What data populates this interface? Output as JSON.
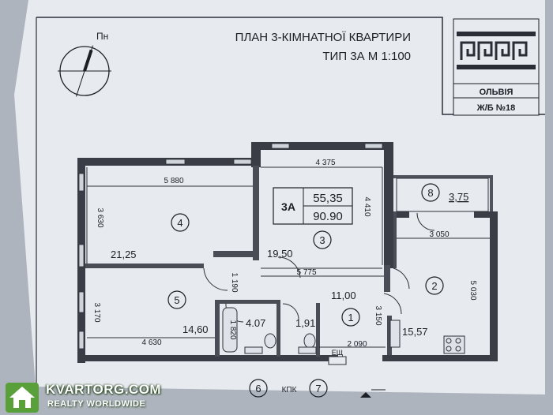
{
  "header": {
    "title_line1": "ПЛАН 3-КІМНАТНОЇ КВАРТИРИ",
    "title_line2": "ТИП 3А   М 1:100"
  },
  "compass": {
    "north_label": "Пн"
  },
  "logo": {
    "name": "ОЛЬВІЯ",
    "building": "Ж/Б №18"
  },
  "apartment": {
    "type": "3А",
    "living_area": "55,35",
    "total_area": "90.90"
  },
  "rooms": {
    "r1": {
      "number": "1",
      "area": "11,00"
    },
    "r2": {
      "number": "2",
      "area": "15,57"
    },
    "r3": {
      "number": "3",
      "area": "19,50"
    },
    "r4": {
      "number": "4",
      "area": "21,25"
    },
    "r5": {
      "number": "5",
      "area": "14,60"
    },
    "r6": {
      "number": "6",
      "area": "4.07"
    },
    "r7": {
      "number": "7",
      "area": "1,91"
    },
    "r8": {
      "number": "8",
      "area": "3,75"
    }
  },
  "dimensions": {
    "d4375": "4 375",
    "d5880": "5 880",
    "d3630": "3 630",
    "d4410": "4 410",
    "d3050": "3 050",
    "d5775": "5 775",
    "d1190": "1 190",
    "d3170": "3 170",
    "d4630": "4 630",
    "d1820": "1 820",
    "d5030": "5 030",
    "d3150": "3 150",
    "d2090": "2 090"
  },
  "labels": {
    "kpk": "КПК",
    "esh": "ЕЩ"
  },
  "watermark": {
    "line1": "KVARTORG.COM",
    "line2": "REALTY WORLDWIDE"
  }
}
